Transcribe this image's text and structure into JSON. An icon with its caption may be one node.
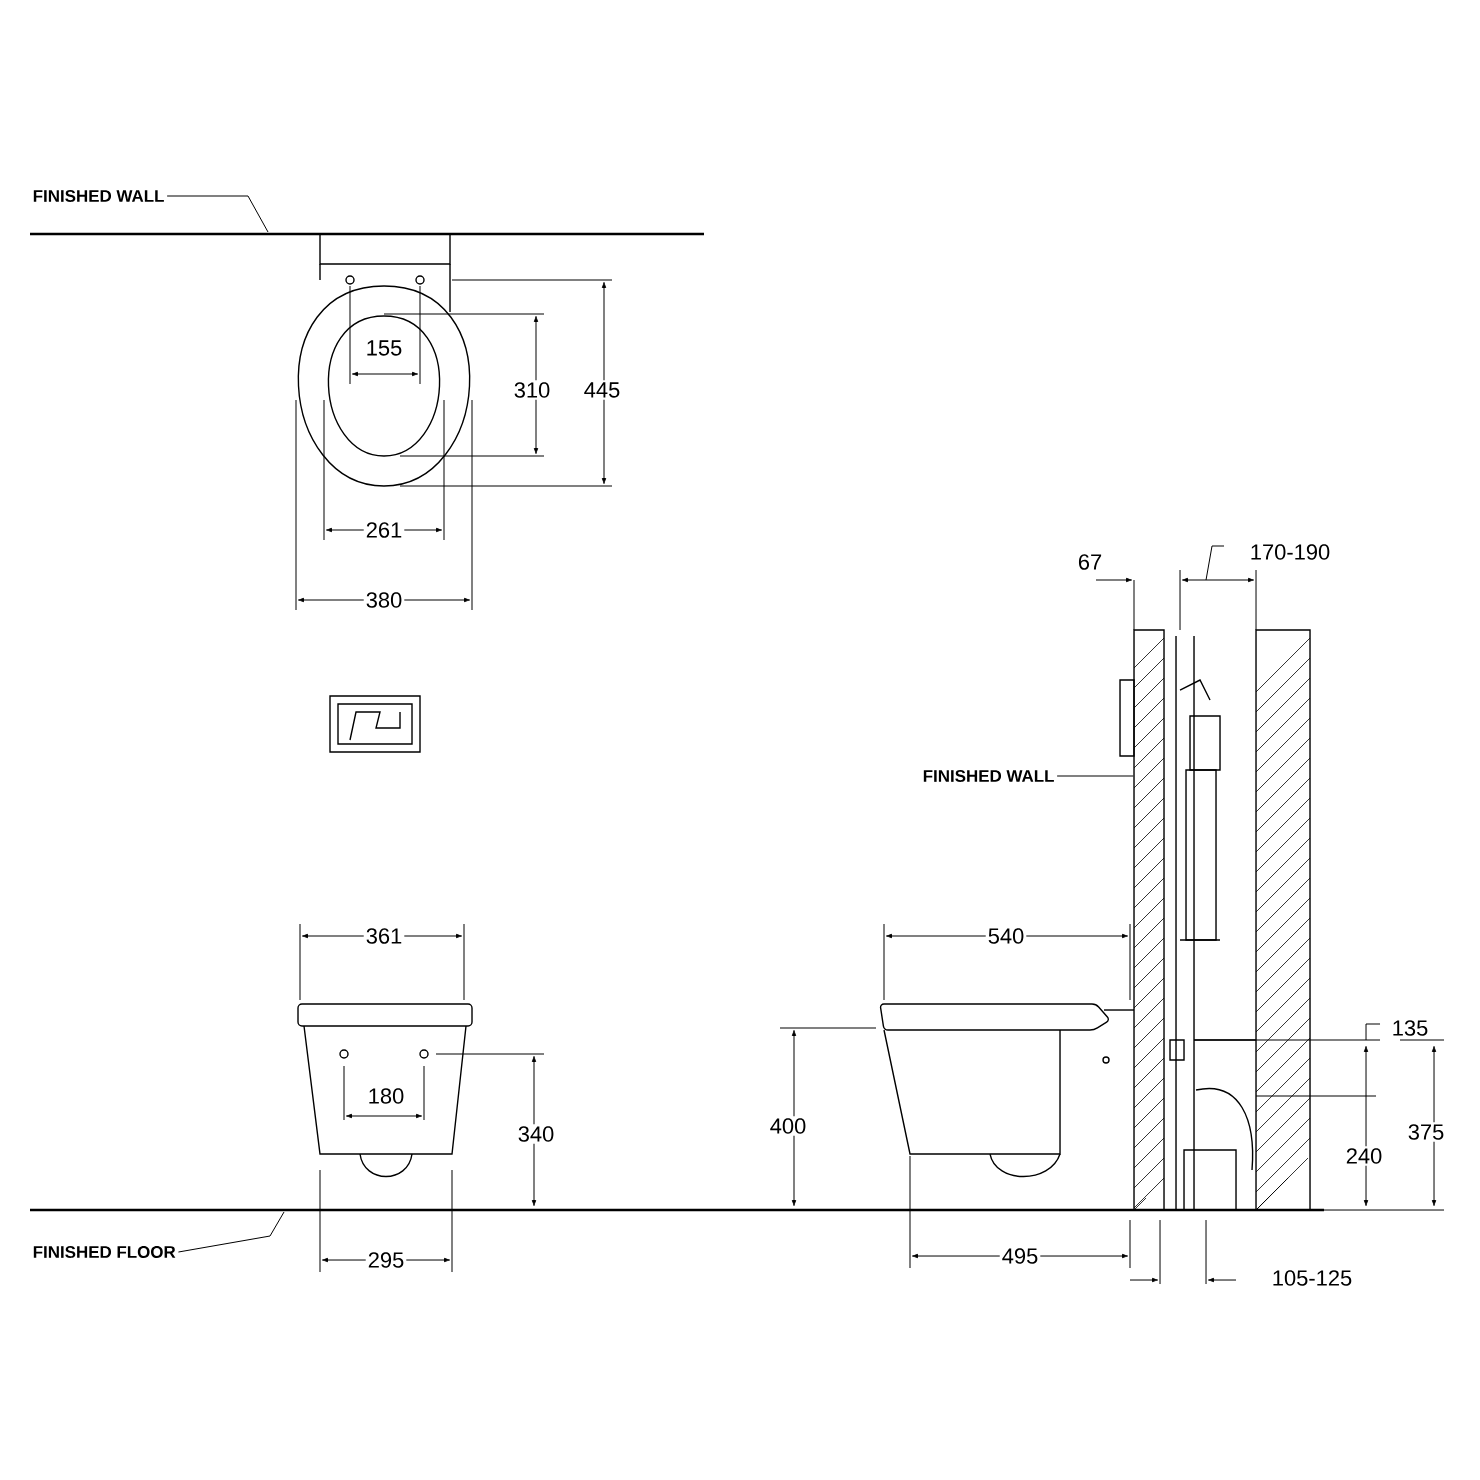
{
  "diagram": {
    "nodes": [
      {
        "text": [
          "FINISHED WALL"
        ]
      },
      {
        "text": [
          "FINISHED WALL"
        ]
      },
      {
        "text": [
          "FINISHED FLOOR"
        ]
      },
      {
        "text": [],
        "shape": "box"
      }
    ],
    "edges": [
      {
        "from": 0,
        "to": null,
        "arrow": "none"
      },
      {
        "from": 1,
        "to": 3,
        "arrow": "none"
      },
      {
        "from": 2,
        "to": null,
        "arrow": "none"
      }
    ],
    "labels": [
      "155",
      "310",
      "445",
      "261",
      "380",
      "67",
      "170-190",
      "361",
      "540",
      "135",
      "180",
      "340",
      "400",
      "240",
      "375",
      "295",
      "495",
      "105-125"
    ]
  }
}
